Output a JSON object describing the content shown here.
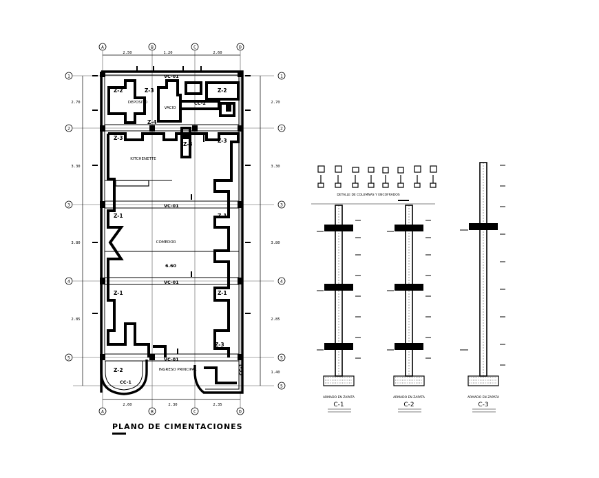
{
  "drawing": {
    "title": "PLANO DE CIMENTACIONES",
    "grid_letters": [
      "A",
      "B",
      "C",
      "D"
    ],
    "grid_numbers": [
      "1",
      "2",
      "3",
      "4",
      "5",
      "5"
    ],
    "top_dims": [
      "2.50",
      "1.20",
      "2.60"
    ],
    "bottom_dims": [
      "2.60",
      "2.30",
      "2.35"
    ],
    "side_dims": [
      "2.70",
      "3.30",
      "3.80",
      "2.85",
      "1.40"
    ],
    "rooms": {
      "deposito": "DEPOSITO",
      "vacio": "VACIO",
      "kitchenette": "KITCHENETTE",
      "comedor": "COMEDOR",
      "ingreso": "INGRESO PRINCIPAL"
    },
    "zapatas": [
      "Z-2",
      "Z-3",
      "Z-4",
      "Z-2",
      "Z-3",
      "Z-3",
      "Z-1",
      "Z-1",
      "Z-1",
      "Z-1",
      "Z-2",
      "Z-3",
      "Z-3"
    ],
    "beams": [
      "VC-01",
      "VC-01",
      "VC-01",
      "VC-01"
    ],
    "beam_dim": "6.60",
    "cc": [
      "CC-2",
      "CC-1",
      "CC-1"
    ]
  },
  "details": {
    "header": "DETALLE DE COLUMNAS Y ENCOFRADOS",
    "sections": [
      "C-1",
      "C-2",
      "C-3"
    ],
    "footing_label": "ARMADO EN ZAPATA"
  }
}
